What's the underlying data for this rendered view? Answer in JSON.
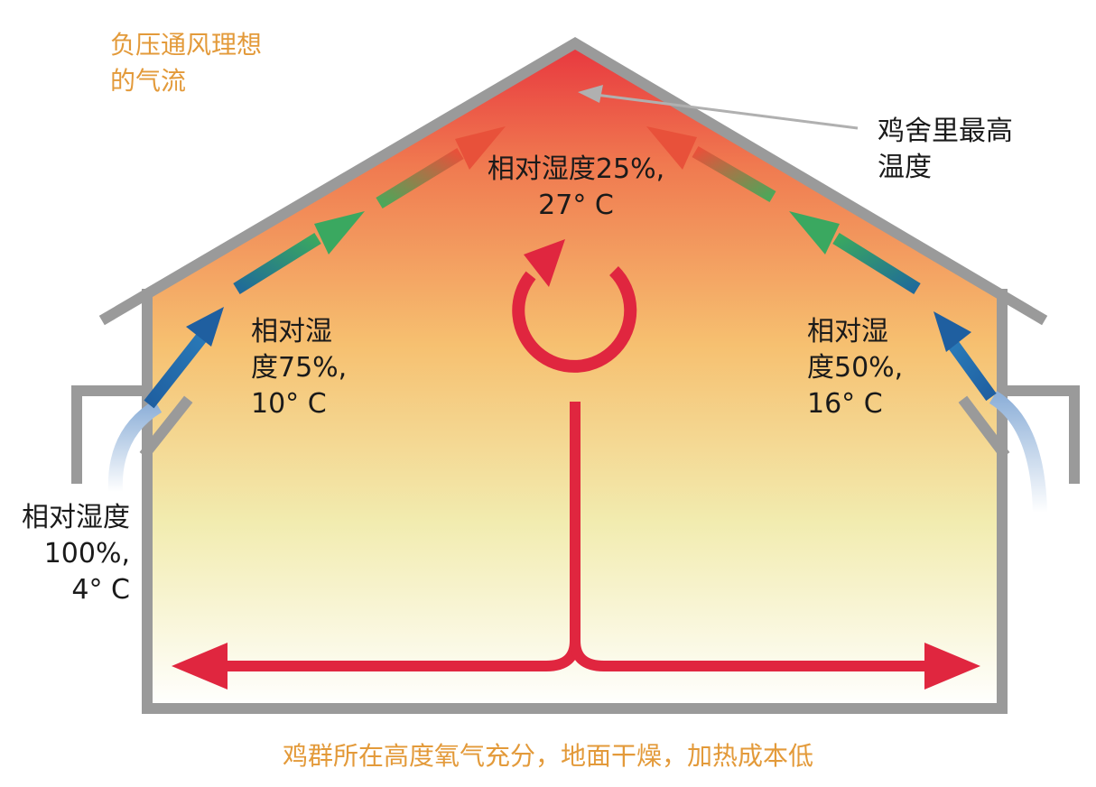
{
  "title_line1": "负压通风理想",
  "title_line2": "的气流",
  "peak_callout_line1": "鸡舍里最高",
  "peak_callout_line2": "温度",
  "zones": {
    "outside": {
      "line1": "相对湿度",
      "line2": "100%,",
      "line3": "4° C"
    },
    "left_wall": {
      "line1": "相对湿",
      "line2": "度75%,",
      "line3": "10° C"
    },
    "peak": {
      "line1": "相对湿度25%,",
      "line2": "27° C"
    },
    "right_wall": {
      "line1": "相对湿",
      "line2": "度50%,",
      "line3": "16° C"
    }
  },
  "footer": "鸡群所在高度氧气充分，地面干燥，加热成本低",
  "colors": {
    "house_outline": "#9a9a9a",
    "warm_arrow": "#e0263f",
    "cold_arrow": "#1f5fa0",
    "mid_arrow": "#3aa860",
    "hot_arrow": "#e8513a",
    "accent_text": "#e39a3a",
    "gradient_top": "#e8383f",
    "gradient_mid": "#f6c070",
    "gradient_low": "#f2f0b0"
  }
}
